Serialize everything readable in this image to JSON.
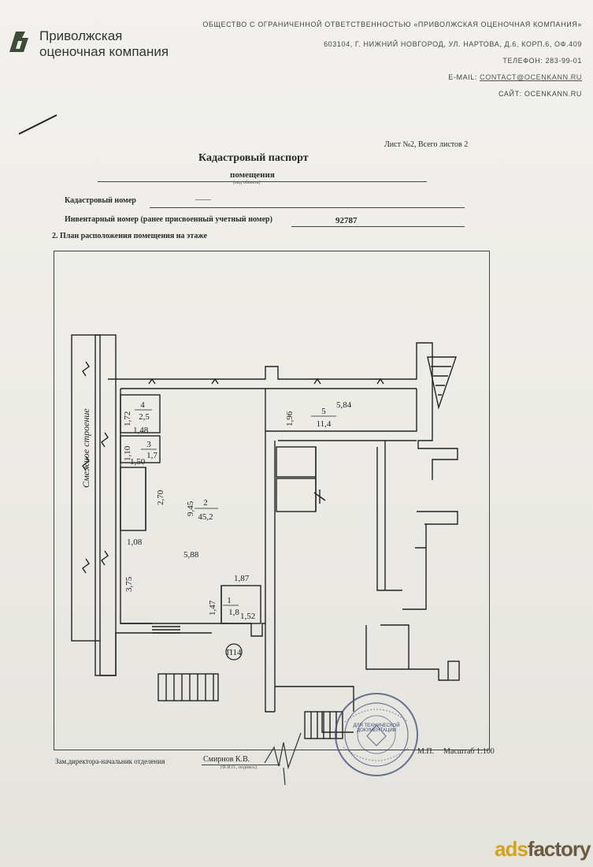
{
  "header": {
    "logo_line1": "Приволжская",
    "logo_line2": "оценочная компания",
    "company": "Общество с ограниченной ответственностью «Приволжская оценочная компания»",
    "address": "603104, г. Нижний Новгород, ул. Нартова, д.6, корп.6, оф.409",
    "phone": "телефон: 283-99-01",
    "email_label": "e-mail:",
    "email": "contact@ocenkann.ru",
    "site": "сайт: ocenkann.ru"
  },
  "passport": {
    "sheet_info": "Лист №2, Всего листов 2",
    "title": "Кадастровый паспорт",
    "subtitle": "помещения",
    "subtitle_hint": "(вид объекта)",
    "cadastral_label": "Кадастровый номер",
    "cadastral_value": "——",
    "inventory_label": "Инвентарный номер (ранее присвоенный учетный номер)",
    "inventory_value": "92787",
    "section": "2.  План расположения помещения на этаже"
  },
  "plan": {
    "adjacent_label": "Смежное строение",
    "rooms": [
      {
        "number": "1",
        "area": "1,8"
      },
      {
        "number": "2",
        "area": "45,2"
      },
      {
        "number": "3",
        "area": "1,7"
      },
      {
        "number": "4",
        "area": "2,5"
      },
      {
        "number": "5",
        "area": "11,4"
      }
    ],
    "dims": {
      "d172": "1,72",
      "d148": "1,48",
      "d110": "1,10",
      "d150": "1,50",
      "d270": "2,70",
      "d945": "9,45",
      "d108": "1,08",
      "d588": "5,88",
      "d375": "3,75",
      "d187": "1,87",
      "d147": "1,47",
      "d152": "1,52",
      "d196": "1,96",
      "d584": "5,84"
    },
    "stairwell_label": "П14"
  },
  "footer": {
    "position": "Зам.директора-начальник отделения",
    "name": "Смирнов К.В.",
    "name_hint": "(Ф.И.О., подпись)",
    "mp": "М.П.",
    "scale": "Масштаб 1:100"
  },
  "stamp": {
    "text": "для технической документации"
  },
  "watermark": {
    "part1": "ads",
    "part2": "factory"
  },
  "colors": {
    "logo": "#3f4a3a",
    "ink": "#2a2a2a",
    "paper": "#eeede8",
    "watermark": "#d4a21c"
  }
}
